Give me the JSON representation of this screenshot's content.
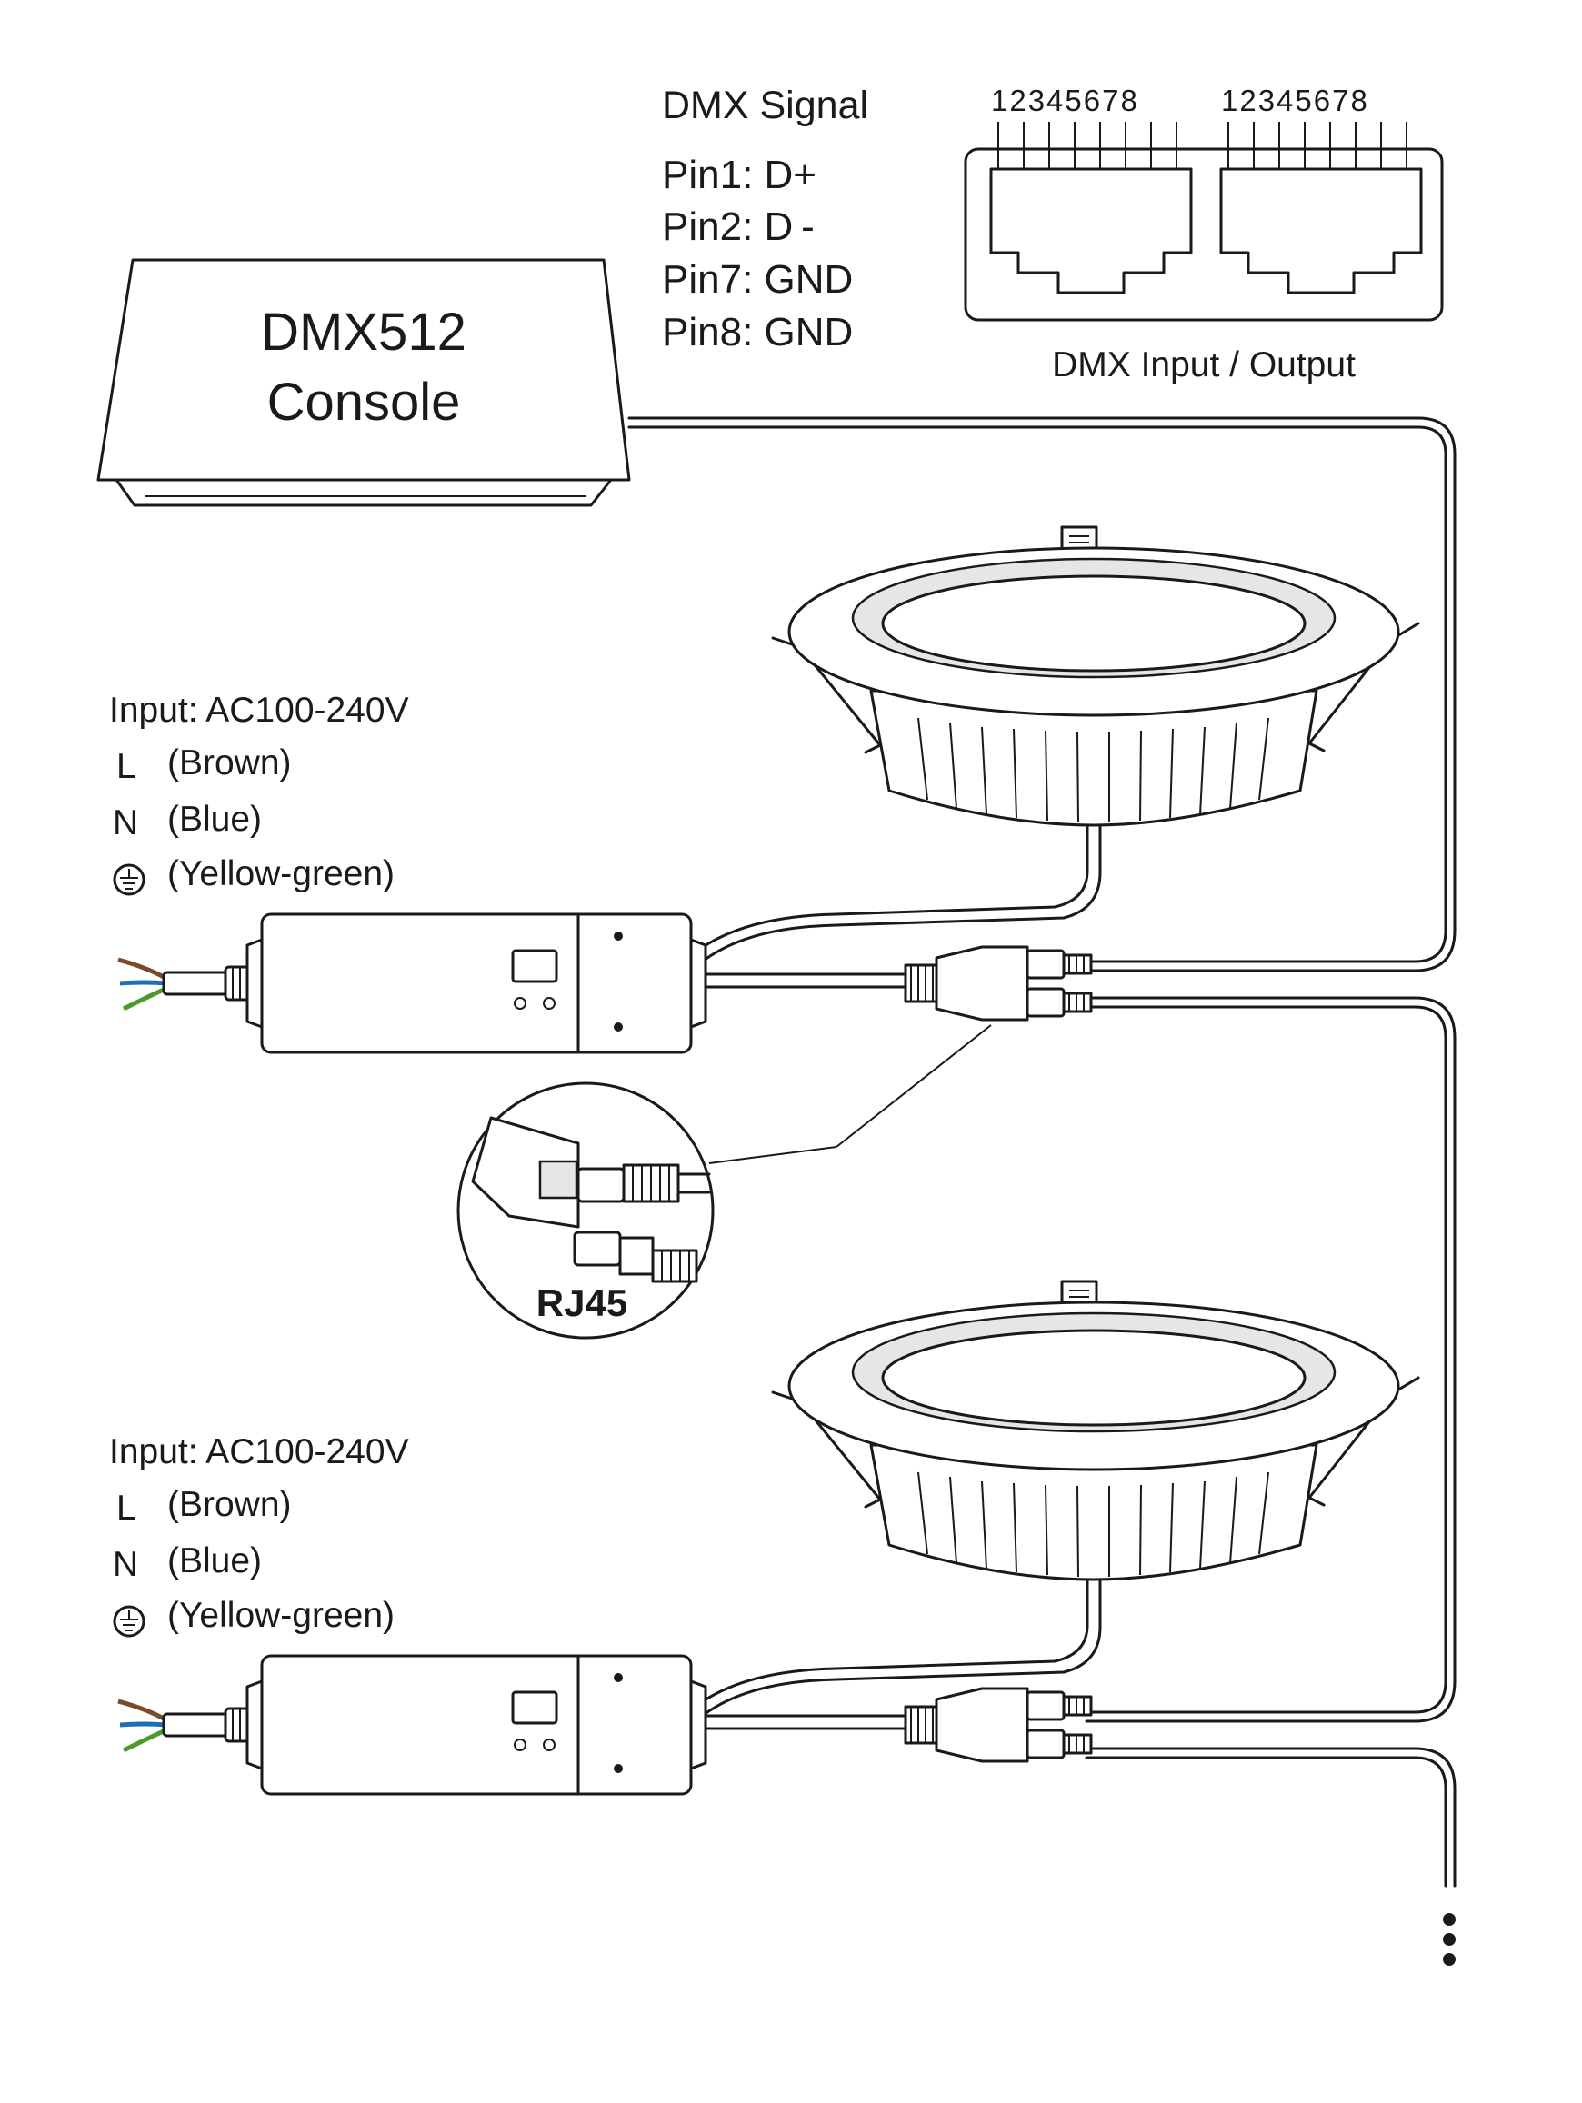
{
  "console": {
    "line1": "DMX512",
    "line2": "Console"
  },
  "dmx_signal": {
    "title": "DMX Signal",
    "pins": [
      "Pin1: D+",
      "Pin2: D -",
      "Pin7: GND",
      "Pin8: GND"
    ]
  },
  "rj45_ports": {
    "pin_numbers_left": "12345678",
    "pin_numbers_right": "12345678",
    "caption": "DMX Input / Output"
  },
  "drivers": [
    {
      "input_title": "Input: AC100-240V",
      "wires": [
        {
          "symbol": "L",
          "label": "(Brown)",
          "color": "#7a4a2a"
        },
        {
          "symbol": "N",
          "label": "(Blue)",
          "color": "#1f6fb5"
        },
        {
          "symbol": "ground-icon",
          "label": "(Yellow-green)",
          "color": "#4c9a2a"
        }
      ]
    },
    {
      "input_title": "Input: AC100-240V",
      "wires": [
        {
          "symbol": "L",
          "label": "(Brown)",
          "color": "#7a4a2a"
        },
        {
          "symbol": "N",
          "label": "(Blue)",
          "color": "#1f6fb5"
        },
        {
          "symbol": "ground-icon",
          "label": "(Yellow-green)",
          "color": "#4c9a2a"
        }
      ]
    }
  ],
  "rj45_detail": {
    "label": "RJ45"
  },
  "continuation": "ellipsis-vertical-icon"
}
